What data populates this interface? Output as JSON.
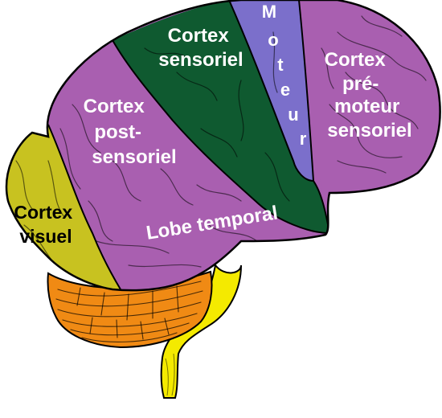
{
  "diagram": {
    "labels": {
      "cortex_sensoriel": [
        "Cortex",
        "sensoriel"
      ],
      "moteur": [
        "M",
        "o",
        "t",
        "e",
        "u",
        "r"
      ],
      "cortex_premoteur": [
        "Cortex",
        "pré-",
        "moteur",
        "sensoriel"
      ],
      "cortex_post_sensoriel": [
        "Cortex",
        "post-",
        "sensoriel"
      ],
      "cortex_visuel": [
        "Cortex",
        "visuel"
      ],
      "lobe_temporal": "Lobe temporal"
    },
    "colors": {
      "premotor": "#a95fb0",
      "motor": "#7b6fcb",
      "sensory": "#0f5a30",
      "post_sensory": "#a95fb0",
      "temporal": "#a95fb0",
      "visual": "#c8c220",
      "cerebellum": "#f08a14",
      "brainstem": "#f4ea00",
      "outline": "#000000"
    }
  }
}
